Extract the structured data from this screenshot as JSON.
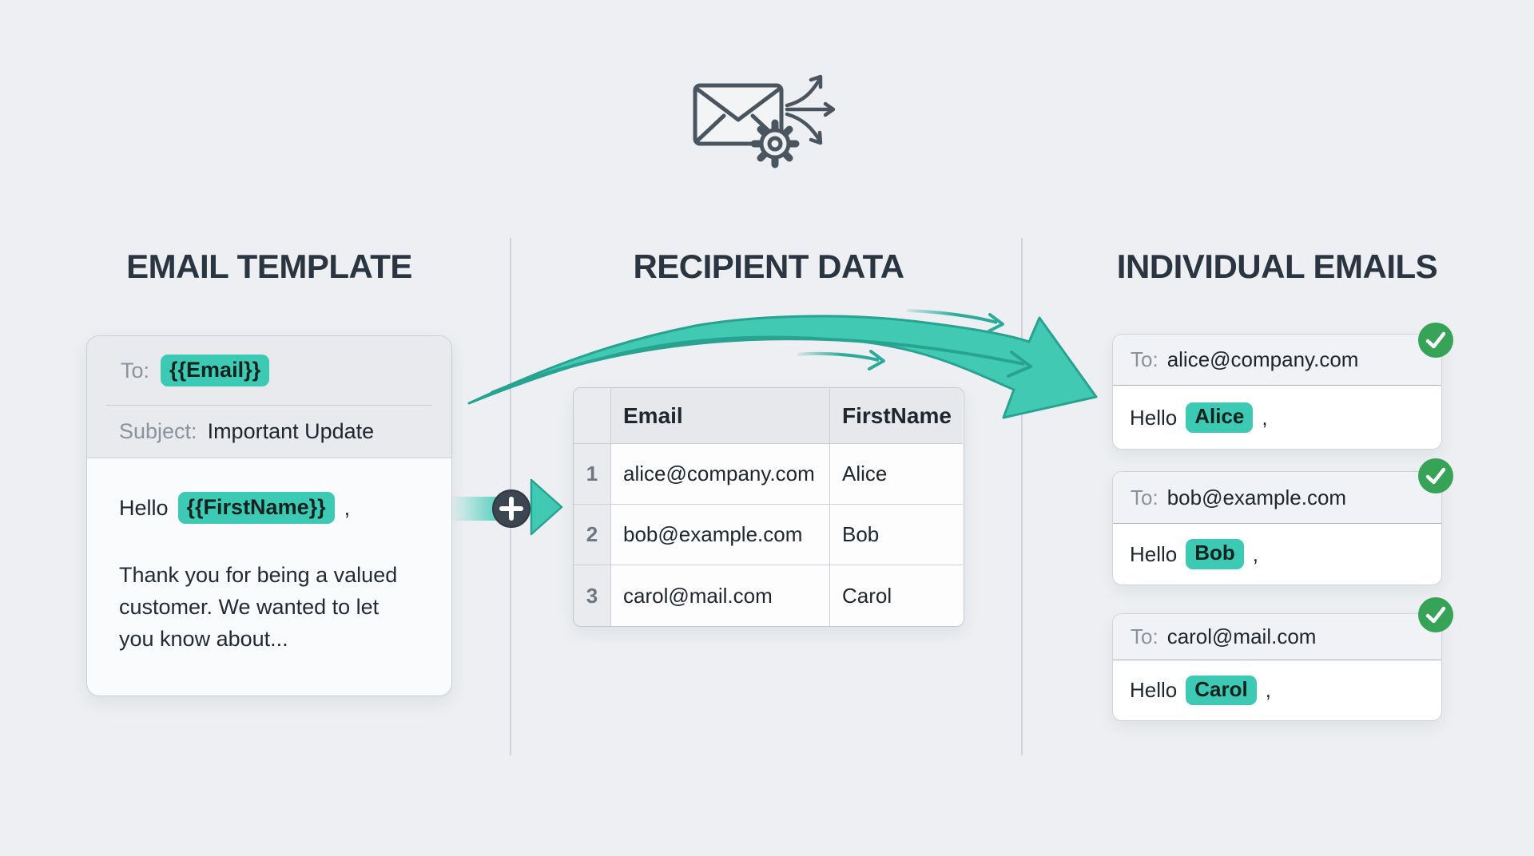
{
  "theme": {
    "bg": "#edeff2",
    "heading": "#2b3441",
    "label_gray": "#8b929c",
    "text_dark": "#20262e",
    "chip_teal": "#3ccab5",
    "arrow_fill": "#41c9b4",
    "arrow_stroke": "#28a391",
    "thin_arrow": "#2cab9a",
    "success_green": "#36a357",
    "card_border": "#c9cfd7",
    "header_gray": "#e8eaed",
    "table_header": "#e6e8eb",
    "body_white": "#fafbfc",
    "grid_line": "#ccd0d6",
    "divider": "#cfd4da",
    "icon_stroke": "#4b5560"
  },
  "hero": {
    "icon": "envelope-gear-send-icon"
  },
  "template": {
    "heading": "EMAIL TEMPLATE",
    "card": {
      "to_label": "To:",
      "to_value": "{{Email}}",
      "subject_label": "Subject:",
      "subject_value": "Important Update",
      "greeting_prefix": "Hello",
      "greeting_variable": "{{FirstName}}",
      "greeting_suffix": ",",
      "body_lines": [
        "Thank you for being a valued",
        "customer. We wanted to let",
        "you know about..."
      ]
    }
  },
  "recipients": {
    "heading": "RECIPIENT DATA",
    "table": {
      "columns": [
        "Email",
        "FirstName"
      ],
      "rows": [
        {
          "num": "1",
          "email": "alice@company.com",
          "first_name": "Alice"
        },
        {
          "num": "2",
          "email": "bob@example.com",
          "first_name": "Bob"
        },
        {
          "num": "3",
          "email": "carol@mail.com",
          "first_name": "Carol"
        }
      ]
    }
  },
  "individual": {
    "heading": "INDIVIDUAL EMAILS",
    "emails": [
      {
        "to_label": "To:",
        "to_value": "alice@company.com",
        "greeting_prefix": "Hello",
        "name": "Alice",
        "greeting_suffix": ",",
        "status_icon": "check-circle"
      },
      {
        "to_label": "To:",
        "to_value": "bob@example.com",
        "greeting_prefix": "Hello",
        "name": "Bob",
        "greeting_suffix": ",",
        "status_icon": "check-circle"
      },
      {
        "to_label": "To:",
        "to_value": "carol@mail.com",
        "greeting_prefix": "Hello",
        "name": "Carol",
        "greeting_suffix": ",",
        "status_icon": "check-circle"
      }
    ]
  }
}
